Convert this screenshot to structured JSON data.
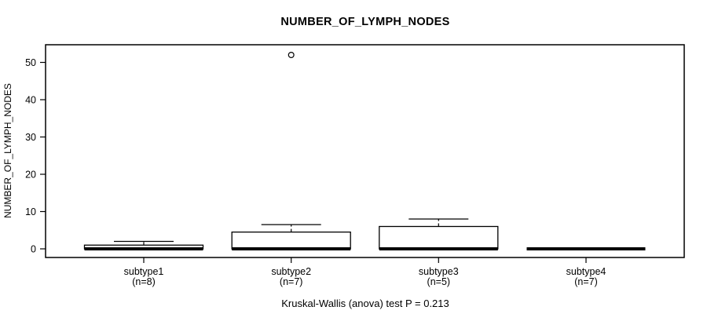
{
  "chart_data": {
    "type": "boxplot",
    "title": "NUMBER_OF_LYMPH_NODES",
    "ylabel": "NUMBER_OF_LYMPH_NODES",
    "xlabel": "",
    "annotation": "Kruskal-Wallis (anova) test P = 0.213",
    "ylim": [
      0,
      52
    ],
    "yticks": [
      0,
      10,
      20,
      30,
      40,
      50
    ],
    "grid": false,
    "legend": "none",
    "categories": [
      "subtype1",
      "subtype2",
      "subtype3",
      "subtype4"
    ],
    "category_sublabels": [
      "(n=8)",
      "(n=7)",
      "(n=5)",
      "(n=7)"
    ],
    "series": [
      {
        "name": "subtype1",
        "n": 8,
        "min": 0,
        "q1": 0,
        "median": 0,
        "q3": 1,
        "max": 2,
        "outliers": []
      },
      {
        "name": "subtype2",
        "n": 7,
        "min": 0,
        "q1": 0,
        "median": 0,
        "q3": 4.5,
        "max": 6.5,
        "outliers": [
          52
        ]
      },
      {
        "name": "subtype3",
        "n": 5,
        "min": 0,
        "q1": 0,
        "median": 0,
        "q3": 6,
        "max": 8,
        "outliers": []
      },
      {
        "name": "subtype4",
        "n": 7,
        "min": 0,
        "q1": 0,
        "median": 0,
        "q3": 0,
        "max": 0,
        "outliers": []
      }
    ],
    "colors": {
      "line": "#000000",
      "box_fill": "#ffffff",
      "background": "#ffffff"
    }
  }
}
